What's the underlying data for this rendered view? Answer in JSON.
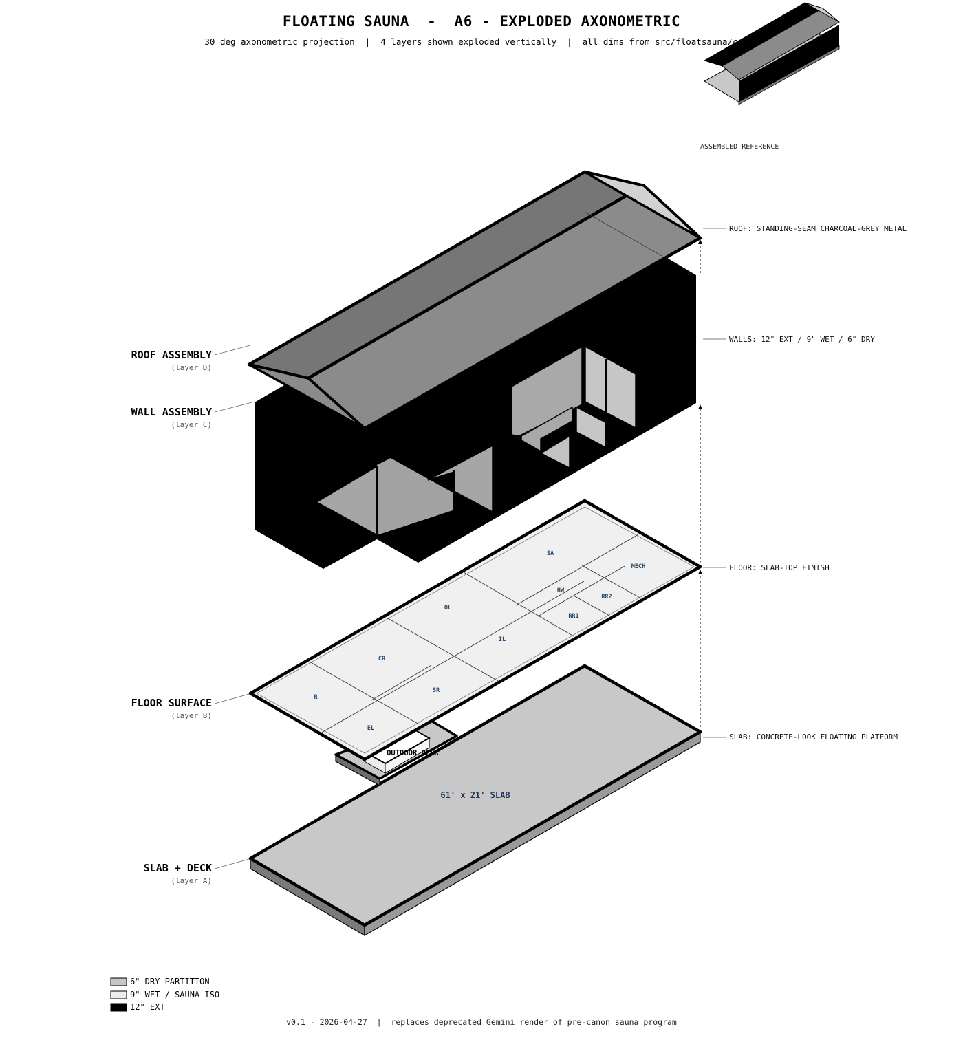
{
  "title": "FLOATING SAUNA  -  A6 - EXPLODED AXONOMETRIC",
  "subtitle": "30 deg axonometric projection  |  4 layers shown exploded vertically  |  all dims from src/floatsauna/canon",
  "assembled_reference_label": "ASSEMBLED REFERENCE",
  "layers": [
    {
      "name": "ROOF ASSEMBLY",
      "sub": "(layer D)"
    },
    {
      "name": "WALL ASSEMBLY",
      "sub": "(layer C)"
    },
    {
      "name": "FLOOR SURFACE",
      "sub": "(layer B)"
    },
    {
      "name": "SLAB + DECK",
      "sub": "(layer A)"
    }
  ],
  "callouts": {
    "roof": "ROOF: STANDING-SEAM CHARCOAL-GREY METAL",
    "walls": "WALLS: 12\" EXT / 9\" WET / 6\" DRY",
    "floor": "FLOOR: SLAB-TOP FINISH",
    "slab": "SLAB: CONCRETE-LOOK FLOATING PLATFORM"
  },
  "rooms": {
    "sa": "SA",
    "mech": "MECH",
    "hw": "HW",
    "rr2": "RR2",
    "rr1": "RR1",
    "ol": "OL",
    "il": "IL",
    "cr": "CR",
    "sr": "SR",
    "r": "R",
    "el": "EL"
  },
  "outdoor_deck_label": "OUTDOOR DECK",
  "slab_label": "61' x 21' SLAB",
  "legend": [
    {
      "label": "6\" DRY PARTITION",
      "color": "#c6c6c6"
    },
    {
      "label": "9\" WET / SAUNA ISO",
      "color": "#ededed"
    },
    {
      "label": "12\" EXT",
      "color": "#000000"
    }
  ],
  "footer": "v0.1 - 2026-04-27  |  replaces deprecated Gemini render of pre-canon sauna program",
  "colors": {
    "roof_dark": "#767676",
    "roof_light": "#8b8b8b",
    "gable": "#d2d2d2",
    "wall": "#000000",
    "wall_opening": "#a6a6a6",
    "partition": "#c6c6c6",
    "floor": "#f0f0f0",
    "slab": "#c8c8c8",
    "slab_edge": "#7a7a7a"
  }
}
